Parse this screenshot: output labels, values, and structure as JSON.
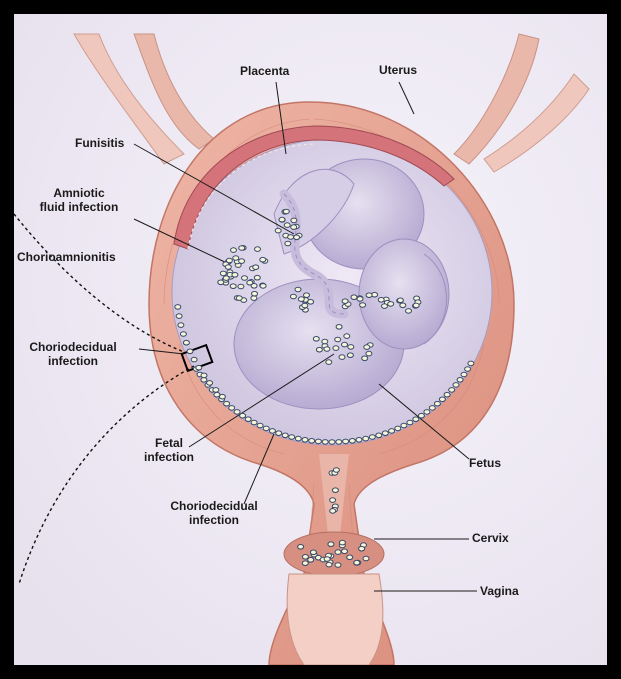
{
  "colors": {
    "frame": "#000000",
    "background": "#f4f0f8",
    "uterus_wall": "#e8a596",
    "uterus_wall_dark": "#c97868",
    "amniotic_fluid": "#ded7ea",
    "fetus": "#cfc6e2",
    "placenta": "#d9737a",
    "infection_dot": "#f7f6d8",
    "dot_outline": "#3a4a6a"
  },
  "labels": {
    "placenta": "Placenta",
    "uterus": "Uterus",
    "funisitis": "Funisitis",
    "amniotic_line1": "Amniotic",
    "amniotic_line2": "fluid infection",
    "chorioamnionitis": "Chorioamnionitis",
    "choriodecidual_left_line1": "Choriodecidual",
    "choriodecidual_left_line2": "infection",
    "fetal_line1": "Fetal",
    "fetal_line2": "infection",
    "choriodecidual_bottom_line1": "Choriodecidual",
    "choriodecidual_bottom_line2": "infection",
    "fetus": "Fetus",
    "cervix": "Cervix",
    "vagina": "Vagina"
  }
}
